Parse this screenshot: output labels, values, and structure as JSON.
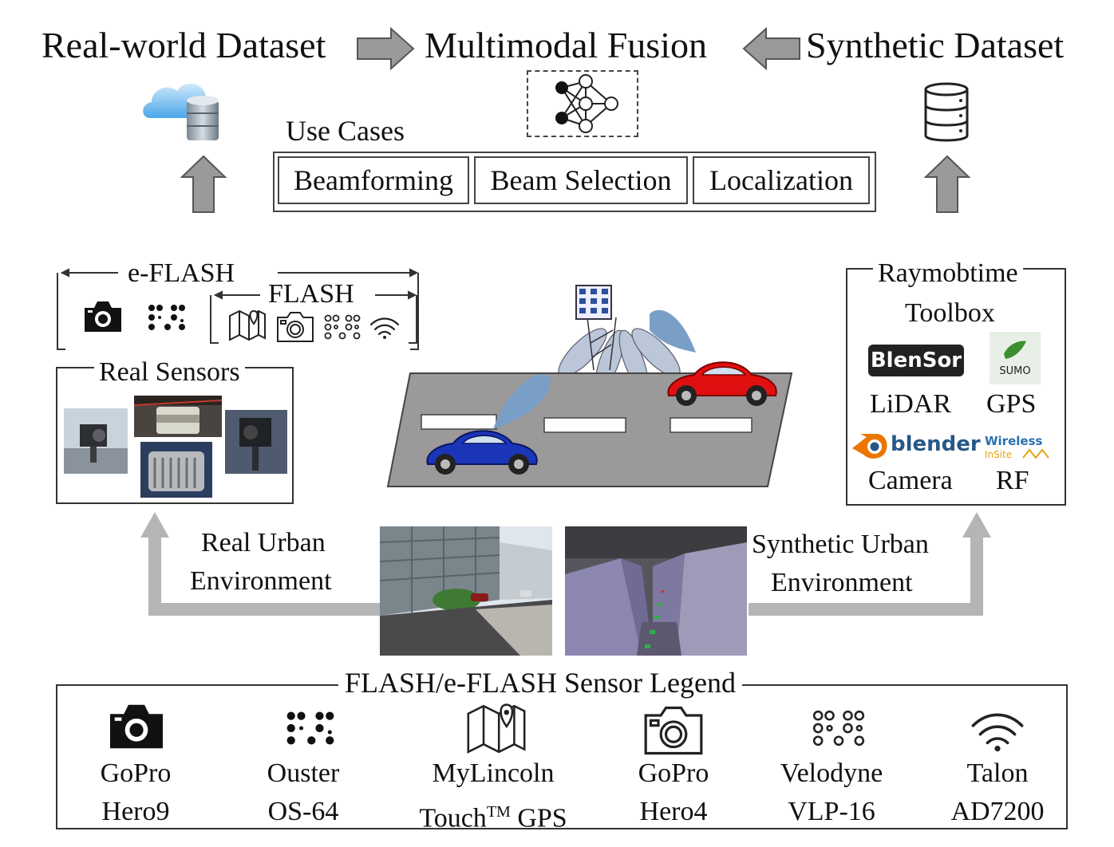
{
  "top": {
    "real_dataset": "Real-world Dataset",
    "fusion": "Multimodal Fusion",
    "synthetic_dataset": "Synthetic Dataset"
  },
  "use_cases": {
    "title": "Use Cases",
    "items": [
      "Beamforming",
      "Beam Selection",
      "Localization"
    ]
  },
  "eflash": {
    "label": "e-FLASH",
    "flash_label": "FLASH"
  },
  "real_sensors": {
    "label": "Real Sensors"
  },
  "raymobtime": {
    "title_line1": "Raymobtime",
    "title_line2": "Toolbox",
    "blensor_logo": "BlenSor",
    "sumo_logo": "SUMO",
    "blender_logo": "blender",
    "wireless_logo_1": "Wireless",
    "wireless_logo_2": "InSite",
    "lidar": "LiDAR",
    "gps": "GPS",
    "camera": "Camera",
    "rf": "RF"
  },
  "environments": {
    "real_line1": "Real Urban",
    "real_line2": "Environment",
    "synthetic_line1": "Synthetic Urban",
    "synthetic_line2": "Environment"
  },
  "legend": {
    "title": "FLASH/e-FLASH Sensor Legend",
    "items": [
      {
        "line1": "GoPro",
        "line2": "Hero9",
        "icon": "camera-filled-icon"
      },
      {
        "line1": "Ouster",
        "line2": "OS-64",
        "icon": "lidar-dots-filled-icon"
      },
      {
        "line1": "MyLincoln",
        "line2": "Touch",
        "sup": "TM",
        "line2b": " GPS",
        "icon": "map-pin-icon"
      },
      {
        "line1": "GoPro",
        "line2": "Hero4",
        "icon": "camera-outline-icon"
      },
      {
        "line1": "Velodyne",
        "line2": "VLP-16",
        "icon": "lidar-dots-outline-icon"
      },
      {
        "line1": "Talon",
        "line2": "AD7200",
        "icon": "wifi-icon"
      }
    ]
  },
  "colors": {
    "arrow_gray": "#9a9a9a",
    "road": "#9b9999",
    "blue_car": "#1b35b8",
    "red_car": "#e01010",
    "beam": "#7a9fc7"
  }
}
